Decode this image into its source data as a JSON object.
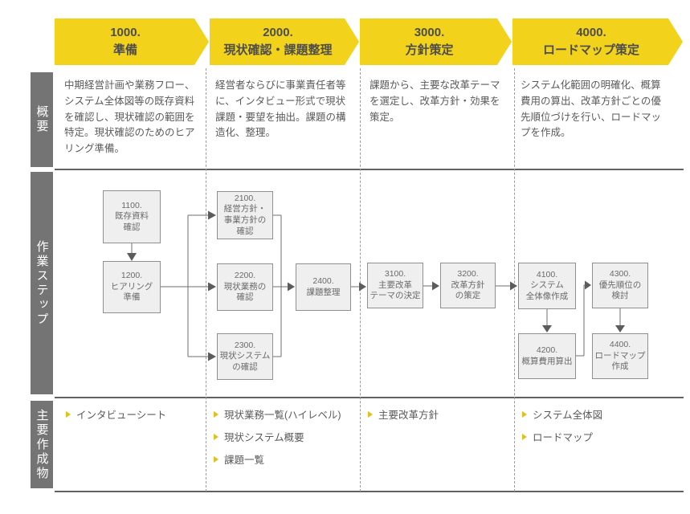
{
  "colors": {
    "accent_yellow": "#F2D21A",
    "sidebar_gray": "#747474",
    "box_fill": "#EFEFEF",
    "box_border": "#8F8F8F",
    "line_gray": "#6F6F6F",
    "text_gray": "#5A5A5A"
  },
  "phases": [
    {
      "number": "1000.",
      "name": "準備"
    },
    {
      "number": "2000.",
      "name": "現状確認・課題整理"
    },
    {
      "number": "3000.",
      "name": "方針策定"
    },
    {
      "number": "4000.",
      "name": "ロードマップ策定"
    }
  ],
  "row_labels": {
    "overview": "概要",
    "steps": "作業ステップ",
    "deliverables": "主要作成物"
  },
  "overview": {
    "phase1": "中期経営計画や業務フロー、システム全体図等の既存資料を確認し、現状確認の範囲を特定。現状確認のためのヒアリング準備。",
    "phase2": "経営者ならびに事業責任者等に、インタビュー形式で現状課題・要望を抽出。課題の構造化、整理。",
    "phase3": "課題から、主要な改革テーマを選定し、改革方針・効果を策定。",
    "phase4": "システム化範囲の明確化、概算費用の算出、改革方針ごとの優先順位づけを行い、ロードマップを作成。"
  },
  "steps": {
    "s1100": "1100.\n既存資料\n確認",
    "s1200": "1200.\nヒアリング\n準備",
    "s2100": "2100.\n経営方針・\n事業方針の\n確認",
    "s2200": "2200.\n現状業務の\n確認",
    "s2300": "2300.\n現状システム\nの確認",
    "s2400": "2400.\n課題整理",
    "s3100": "3100.\n主要改革\nテーマの決定",
    "s3200": "3200.\n改革方針\nの策定",
    "s4100": "4100.\nシステム\n全体像作成",
    "s4200": "4200.\n概算費用算出",
    "s4300": "4300.\n優先順位の\n検討",
    "s4400": "4400.\nロードマップ\n作成"
  },
  "deliverables": {
    "phase1": [
      "インタビューシート"
    ],
    "phase2": [
      "現状業務一覧(ハイレベル)",
      "現状システム概要",
      "課題一覧"
    ],
    "phase3": [
      "主要改革方針"
    ],
    "phase4": [
      "システム全体図",
      "ロードマップ"
    ]
  }
}
